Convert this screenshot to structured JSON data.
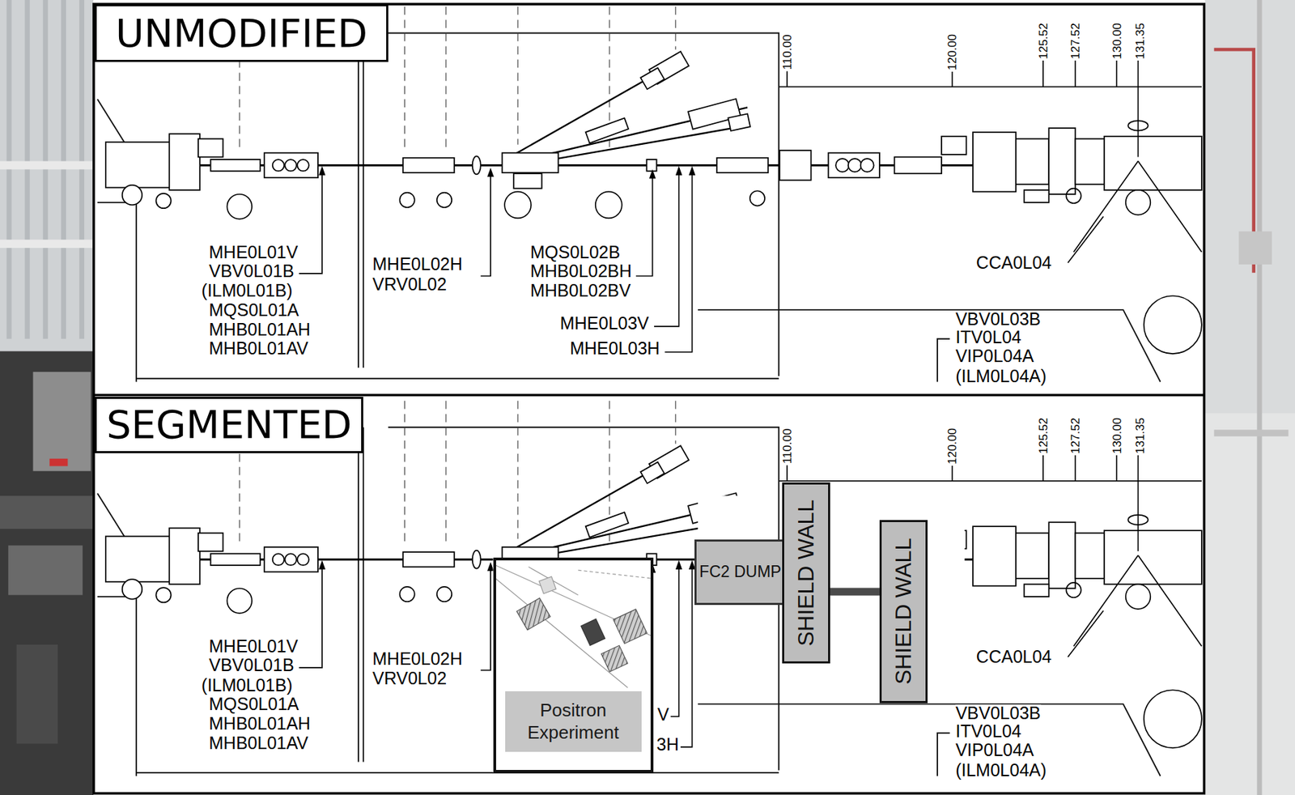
{
  "diagram": {
    "nodes": [
      {
        "text": [
          "UNMODIFIED"
        ]
      },
      {
        "text": [
          "SEGMENTED"
        ]
      },
      {
        "text": [
          "Positron Experiment"
        ]
      },
      {
        "text": [
          "FC2 DUMP"
        ]
      },
      {
        "text": [
          "SHIELD WALL"
        ]
      },
      {
        "text": [
          "SHIELD WALL"
        ]
      }
    ],
    "edges": [
      {
        "from": 4,
        "to": 5,
        "arrow": "none"
      }
    ],
    "labels": [
      "110.00",
      "120.00",
      "125.52",
      "127.52",
      "130.00",
      "131.35",
      "MHE0L01V",
      "VBV0L01B",
      "(ILM0L01B)",
      "MQS0L01A",
      "MHB0L01AH",
      "MHB0L01AV",
      "MHE0L02H",
      "VRV0L02",
      "MQS0L02B",
      "MHB0L02BH",
      "MHB0L02BV",
      "MHE0L03V",
      "MHE0L03H",
      "CCA0L04",
      "VBV0L03B",
      "ITV0L04",
      "VIP0L04A",
      "(ILM0L04A)",
      "110.00",
      "120.00",
      "125.52",
      "127.52",
      "130.00",
      "131.35",
      "MHE0L01V",
      "VBV0L01B",
      "(ILM0L01B)",
      "MQS0L01A",
      "MHB0L01AH",
      "MHB0L01AV",
      "MHE0L02H",
      "VRV0L02",
      "V",
      "3H",
      "CCA0L04",
      "VBV0L03B",
      "ITV0L04",
      "VIP0L04A",
      "(ILM0L04A)"
    ]
  }
}
